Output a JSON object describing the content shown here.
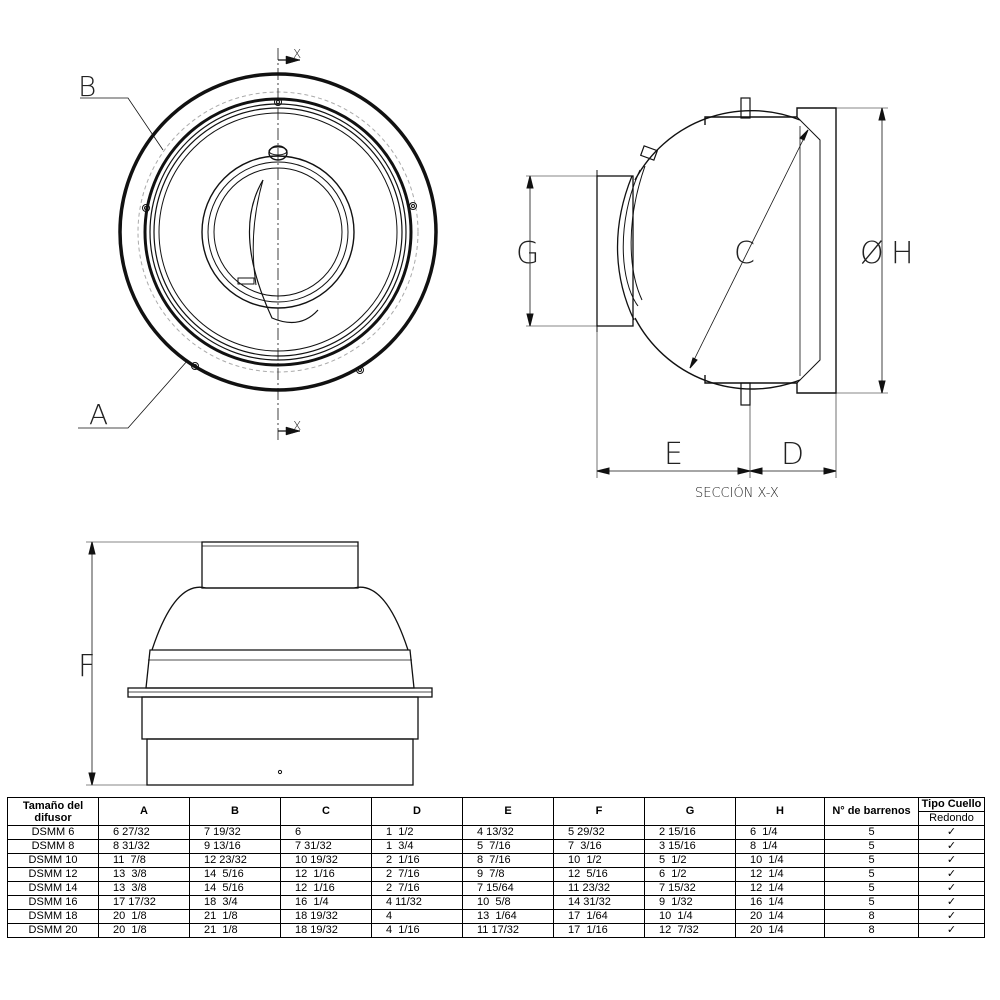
{
  "labels": {
    "a": "A",
    "b": "B",
    "c": "C",
    "d": "D",
    "e": "E",
    "f": "F",
    "g": "G",
    "h": "H",
    "diameter": "Ø",
    "x": "X",
    "section": "SECCIÓN X-X"
  },
  "table": {
    "headers": [
      "Tamaño del difusor",
      "A",
      "B",
      "C",
      "D",
      "E",
      "F",
      "G",
      "H",
      "N° de barrenos",
      "Tipo Cuello"
    ],
    "subheader": "Redondo",
    "rows": [
      {
        "size": "DSMM 6",
        "a": "6 27/32",
        "b": "7 19/32",
        "c": "6",
        "d": "1  1/2",
        "e": "4 13/32",
        "f": "5 29/32",
        "g": "2 15/16",
        "h": "6  1/4",
        "holes": "5",
        "neck": "✓"
      },
      {
        "size": "DSMM 8",
        "a": "8 31/32",
        "b": "9 13/16",
        "c": "7 31/32",
        "d": "1  3/4",
        "e": "5  7/16",
        "f": "7  3/16",
        "g": "3 15/16",
        "h": "8  1/4",
        "holes": "5",
        "neck": "✓"
      },
      {
        "size": "DSMM 10",
        "a": "11  7/8",
        "b": "12 23/32",
        "c": "10 19/32",
        "d": "2  1/16",
        "e": "8  7/16",
        "f": "10  1/2",
        "g": "5  1/2",
        "h": "10  1/4",
        "holes": "5",
        "neck": "✓"
      },
      {
        "size": "DSMM 12",
        "a": "13  3/8",
        "b": "14  5/16",
        "c": "12  1/16",
        "d": "2  7/16",
        "e": "9  7/8",
        "f": "12  5/16",
        "g": "6  1/2",
        "h": "12  1/4",
        "holes": "5",
        "neck": "✓"
      },
      {
        "size": "DSMM 14",
        "a": "13  3/8",
        "b": "14  5/16",
        "c": "12  1/16",
        "d": "2  7/16",
        "e": "7 15/64",
        "f": "11 23/32",
        "g": "7 15/32",
        "h": "12  1/4",
        "holes": "5",
        "neck": "✓"
      },
      {
        "size": "DSMM 16",
        "a": "17 17/32",
        "b": "18  3/4",
        "c": "16  1/4",
        "d": "4 11/32",
        "e": "10  5/8",
        "f": "14 31/32",
        "g": "9  1/32",
        "h": "16  1/4",
        "holes": "5",
        "neck": "✓"
      },
      {
        "size": "DSMM 18",
        "a": "20  1/8",
        "b": "21  1/8",
        "c": "18 19/32",
        "d": "4",
        "e": "13  1/64",
        "f": "17  1/64",
        "g": "10  1/4",
        "h": "20  1/4",
        "holes": "8",
        "neck": "✓"
      },
      {
        "size": "DSMM 20",
        "a": "20  1/8",
        "b": "21  1/8",
        "c": "18 19/32",
        "d": "4  1/16",
        "e": "11 17/32",
        "f": "17  1/16",
        "g": "12  7/32",
        "h": "20  1/4",
        "holes": "8",
        "neck": "✓"
      }
    ]
  }
}
